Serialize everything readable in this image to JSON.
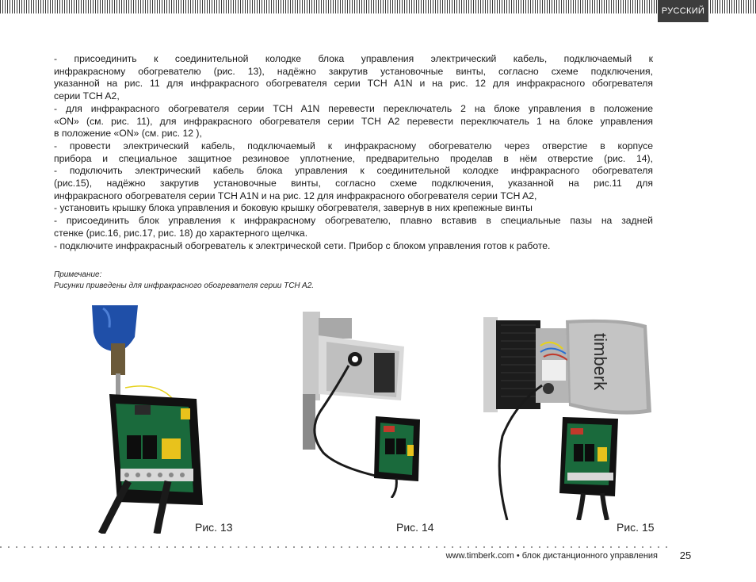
{
  "header": {
    "language": "РУССКИЙ"
  },
  "instructions": [
    "- присоединить к соединительной колодке блока управления электрический кабель, подключаемый к",
    "инфракрасному обогревателю (рис. 13),  надёжно закрутив установочные винты, согласно схеме подключения,",
    "указанной на рис. 11 для инфракрасного обогревателя серии TCH A1N и на рис. 12 для инфракрасного обогревателя",
    "серии TCH A2,",
    "- для инфракрасного обогревателя серии TCH A1N перевести переключатель 2  на блоке управления в положение",
    "«ON» (см. рис. 11), для инфракрасного обогревателя серии TCH A2 перевести переключатель 1  на блоке управления",
    "в положение «ON» (см. рис. 12 ),",
    "- провести электрический кабель, подключаемый к инфракрасному обогревателю через отверстие в корпусе",
    "прибора и специальное защитное резиновое уплотнение, предварительно проделав в нём отверстие (рис. 14),",
    "- подключить электрический кабель блока управления к соединительной колодке инфракрасного обогревателя",
    "(рис.15), надёжно закрутив установочные винты, согласно схеме подключения, указанной на рис.11  для",
    "инфракрасного обогревателя серии TCH A1N и на рис. 12 для инфракрасного обогревателя серии TCH A2,",
    " - установить крышку блока управления и боковую крышку обогревателя, завернув в них крепежные винты",
    "- присоединить блок управления к инфракрасному обогревателю, плавно вставив в специальные пазы на задней",
    "стенке (рис.16, рис.17, рис. 18) до характерного щелчка.",
    "- подключите инфракрасный обогреватель к электрической сети. Прибор с блоком управления готов к работе."
  ],
  "note": {
    "label": "Примечание:",
    "text": "Рисунки приведены для инфракрасного обогревателя серии TCH A2."
  },
  "figures": [
    {
      "caption": "Рис. 13"
    },
    {
      "caption": "Рис. 14"
    },
    {
      "caption": "Рис. 15",
      "brand_on_heater": "timberk"
    }
  ],
  "footer": {
    "site": "www.timberk.com • блок дистанционного управления",
    "page": "25"
  }
}
